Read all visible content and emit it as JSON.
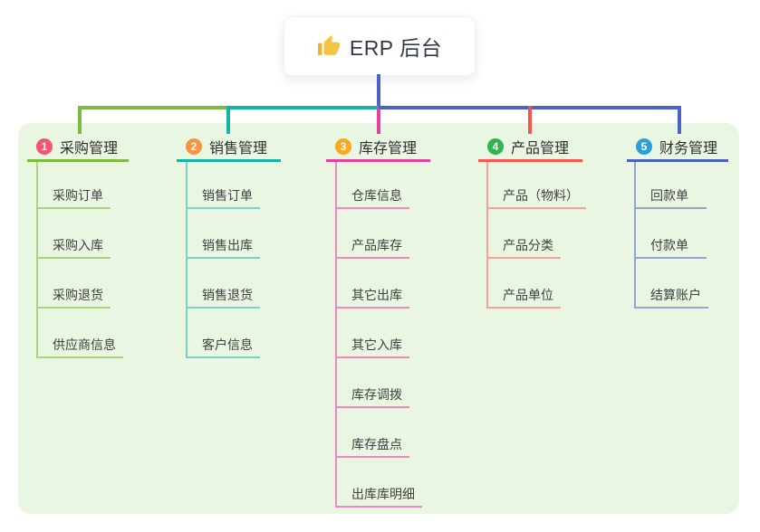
{
  "root": {
    "label": "ERP 后台",
    "icon": "thumbs-up",
    "icon_color": "#f5c242",
    "line_color": "#4a61c6"
  },
  "panel_color": "#e9f6e1",
  "branches": [
    {
      "num": "1",
      "label": "采购管理",
      "color": "#7eba3c",
      "light_color": "#abd57e",
      "badge_color": "#f25670",
      "children": [
        "采购订单",
        "采购入库",
        "采购退货",
        "供应商信息"
      ]
    },
    {
      "num": "2",
      "label": "销售管理",
      "color": "#14b3a6",
      "light_color": "#7bd2c7",
      "badge_color": "#f79440",
      "children": [
        "销售订单",
        "销售出库",
        "销售退货",
        "客户信息"
      ]
    },
    {
      "num": "3",
      "label": "库存管理",
      "color": "#e93f9c",
      "light_color": "#f287c0",
      "badge_color": "#f9a91c",
      "children": [
        "仓库信息",
        "产品库存",
        "其它出库",
        "其它入库",
        "库存调拨",
        "库存盘点",
        "出库库明细"
      ]
    },
    {
      "num": "4",
      "label": "产品管理",
      "color": "#f9544b",
      "light_color": "#f9a09a",
      "badge_color": "#31b351",
      "children": [
        "产品（物料）",
        "产品分类",
        "产品单位"
      ]
    },
    {
      "num": "5",
      "label": "财务管理",
      "color": "#4a61c6",
      "light_color": "#94a3dc",
      "badge_color": "#2b9fd9",
      "children": [
        "回款单",
        "付款单",
        "结算账户"
      ]
    }
  ]
}
